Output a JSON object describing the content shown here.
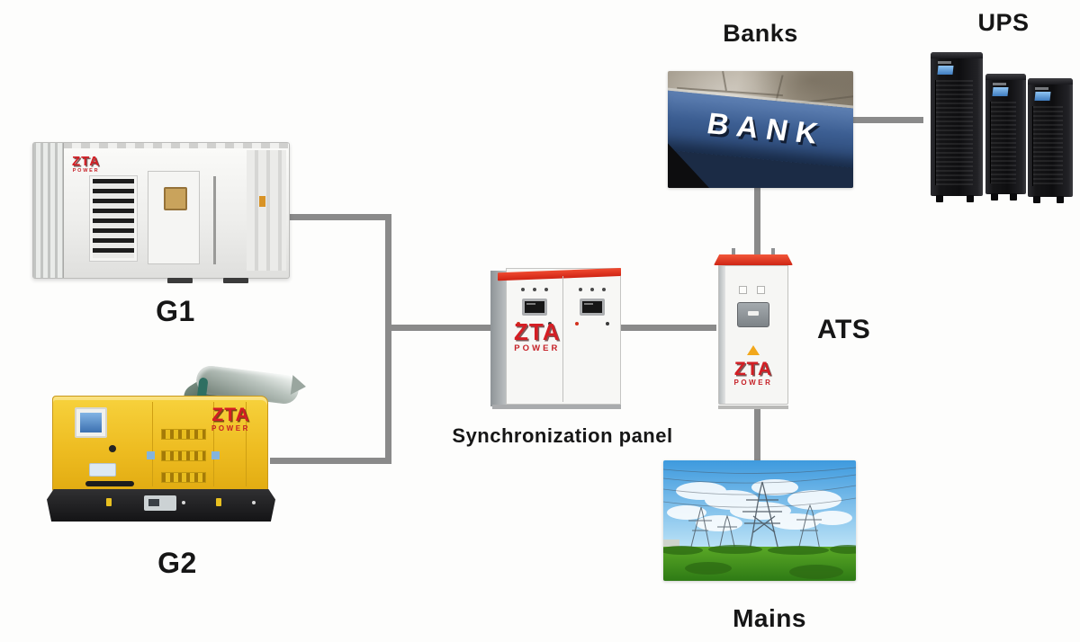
{
  "diagram": {
    "brand": {
      "name": "ZTA",
      "sub": "POWER",
      "color": "#d41e24"
    },
    "connector_color": "#8a8a8a",
    "nodes": {
      "g1": {
        "label": "G1",
        "type": "containerized-generator"
      },
      "g2": {
        "label": "G2",
        "type": "diesel-generator"
      },
      "sync_panel": {
        "label": "Synchronization panel"
      },
      "ats": {
        "label": "ATS"
      },
      "banks": {
        "label": "Banks",
        "sign_text": "BANK"
      },
      "ups": {
        "label": "UPS"
      },
      "mains": {
        "label": "Mains"
      }
    },
    "edges": [
      {
        "from": "G1",
        "to": "Synchronization panel"
      },
      {
        "from": "G2",
        "to": "Synchronization panel"
      },
      {
        "from": "Synchronization panel",
        "to": "ATS"
      },
      {
        "from": "ATS",
        "to": "Banks"
      },
      {
        "from": "ATS",
        "to": "Mains"
      },
      {
        "from": "Banks",
        "to": "UPS"
      }
    ]
  }
}
